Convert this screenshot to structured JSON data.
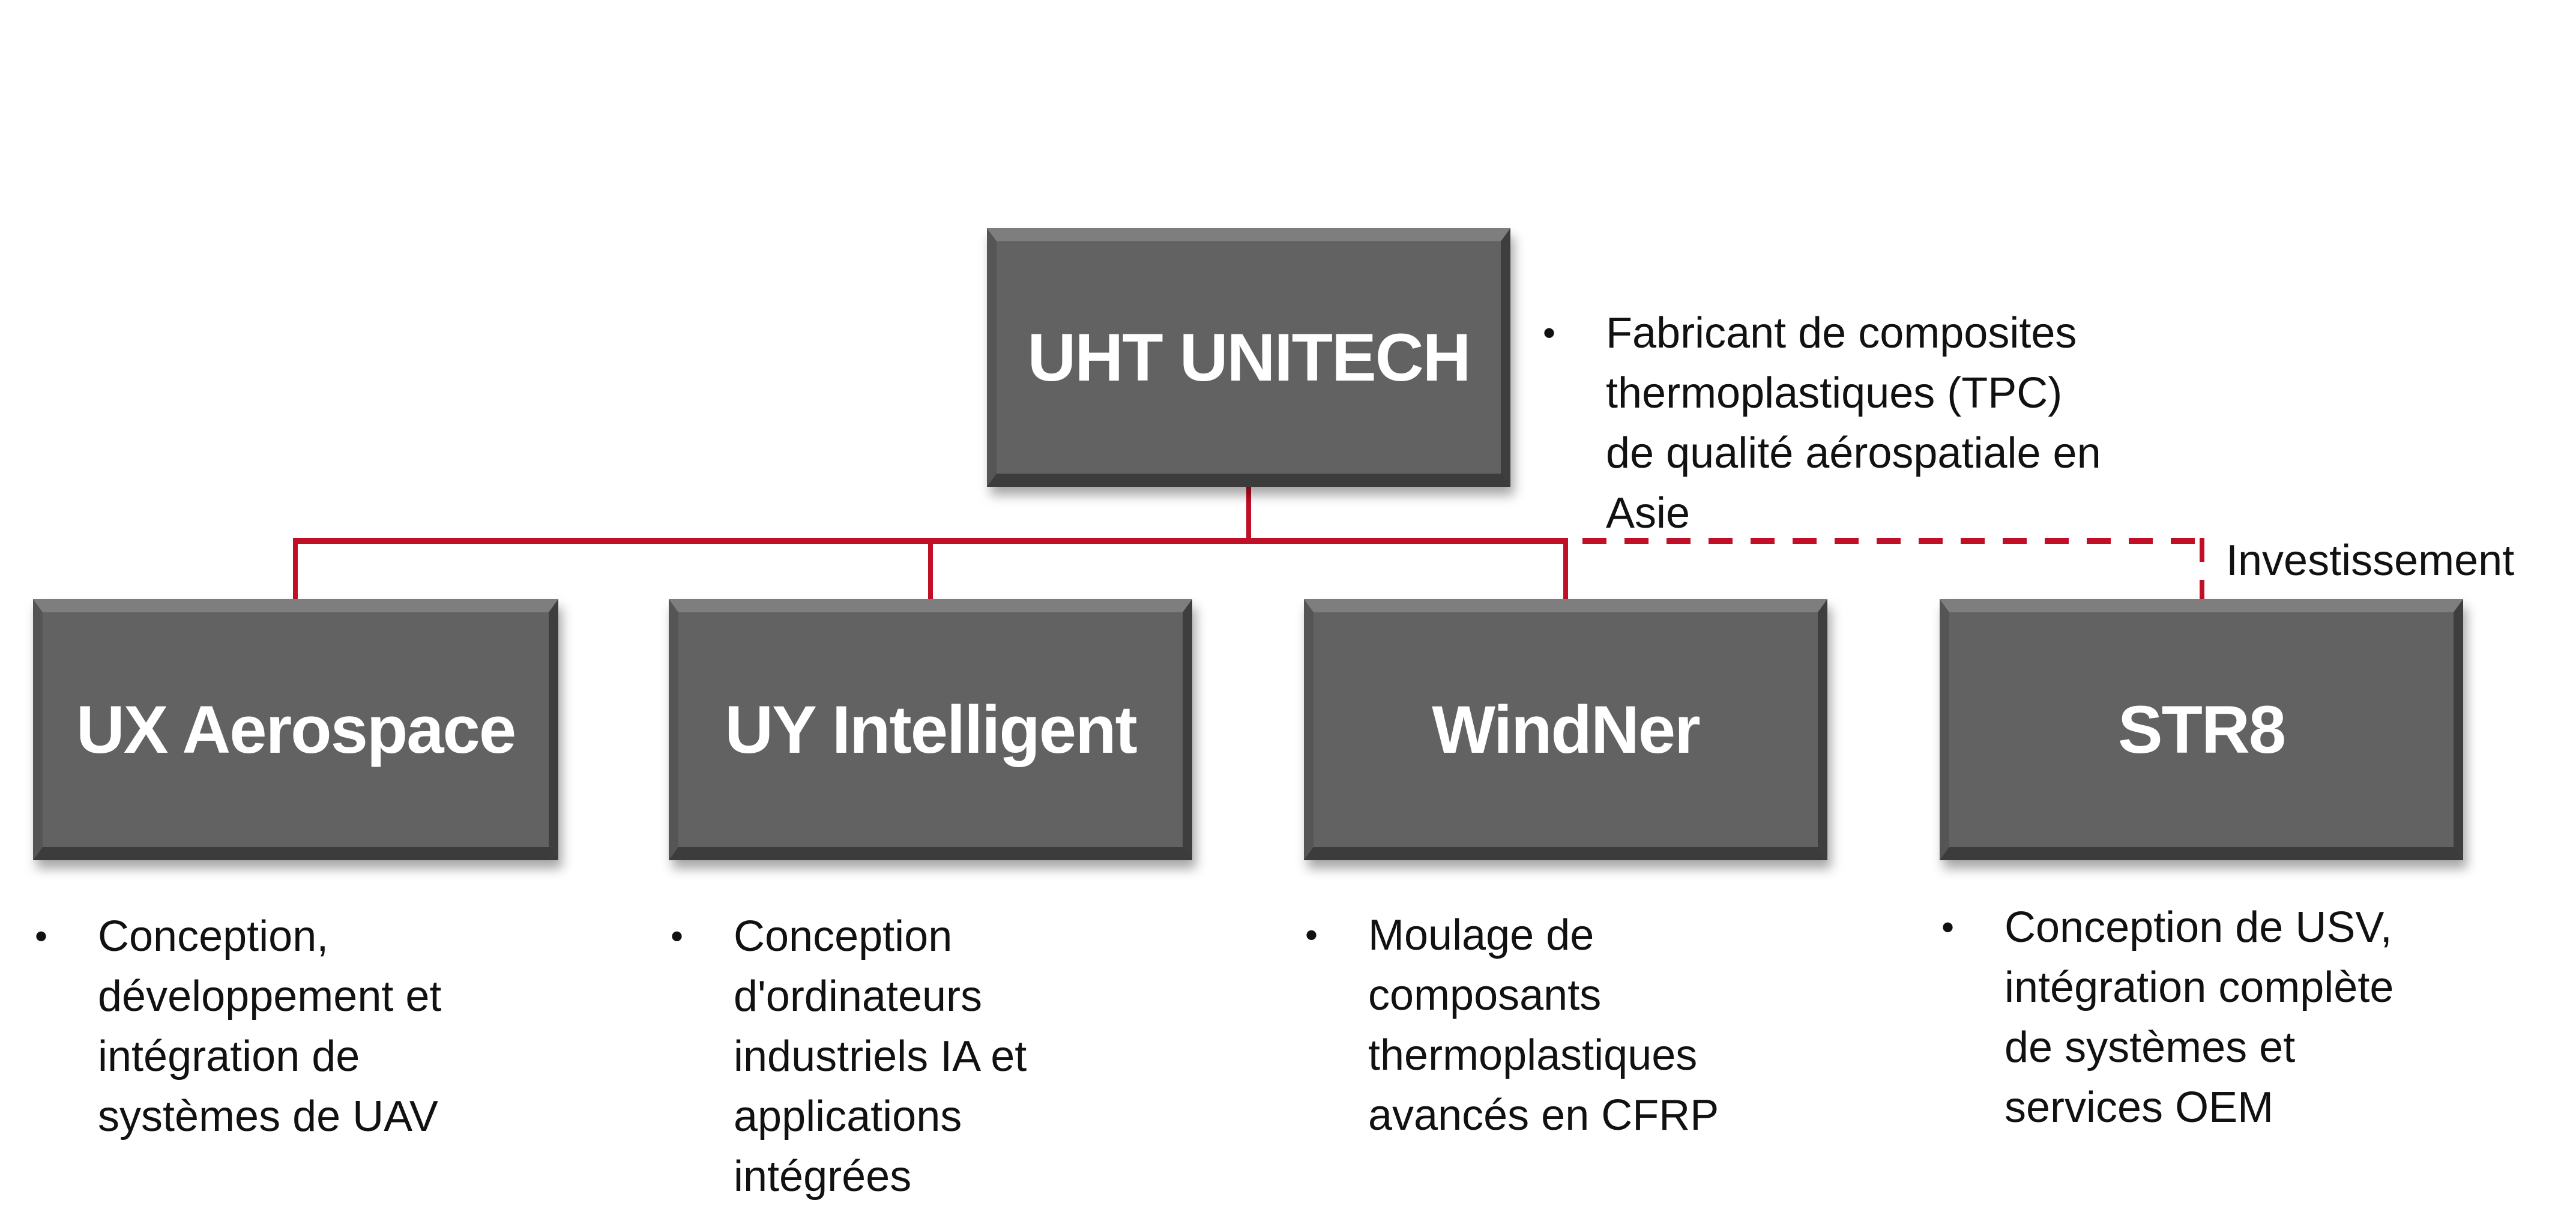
{
  "colors": {
    "box": "#626262",
    "connector": "#c00f27",
    "text": "#111111"
  },
  "root": {
    "name": "UHT UNITECH",
    "description_lines": [
      "Fabricant de composites",
      "thermoplastiques (TPC)",
      "de qualité aérospatiale en",
      "Asie"
    ]
  },
  "children": [
    {
      "name": "UX Aerospace",
      "relation": "solid",
      "description_lines": [
        "Conception,",
        "développement et",
        "intégration de",
        "systèmes de UAV"
      ]
    },
    {
      "name": "UY Intelligent",
      "relation": "solid",
      "description_lines": [
        "Conception",
        "d'ordinateurs",
        "industriels IA et",
        "applications",
        "intégrées"
      ]
    },
    {
      "name": "WindNer",
      "relation": "solid",
      "description_lines": [
        "Moulage de",
        "composants",
        "thermoplastiques",
        "avancés en CFRP"
      ]
    },
    {
      "name": "STR8",
      "relation": "dashed",
      "description_lines": [
        "Conception de USV,",
        "intégration complète",
        "de systèmes et",
        "services OEM"
      ]
    }
  ],
  "investment_label": "Investissement"
}
